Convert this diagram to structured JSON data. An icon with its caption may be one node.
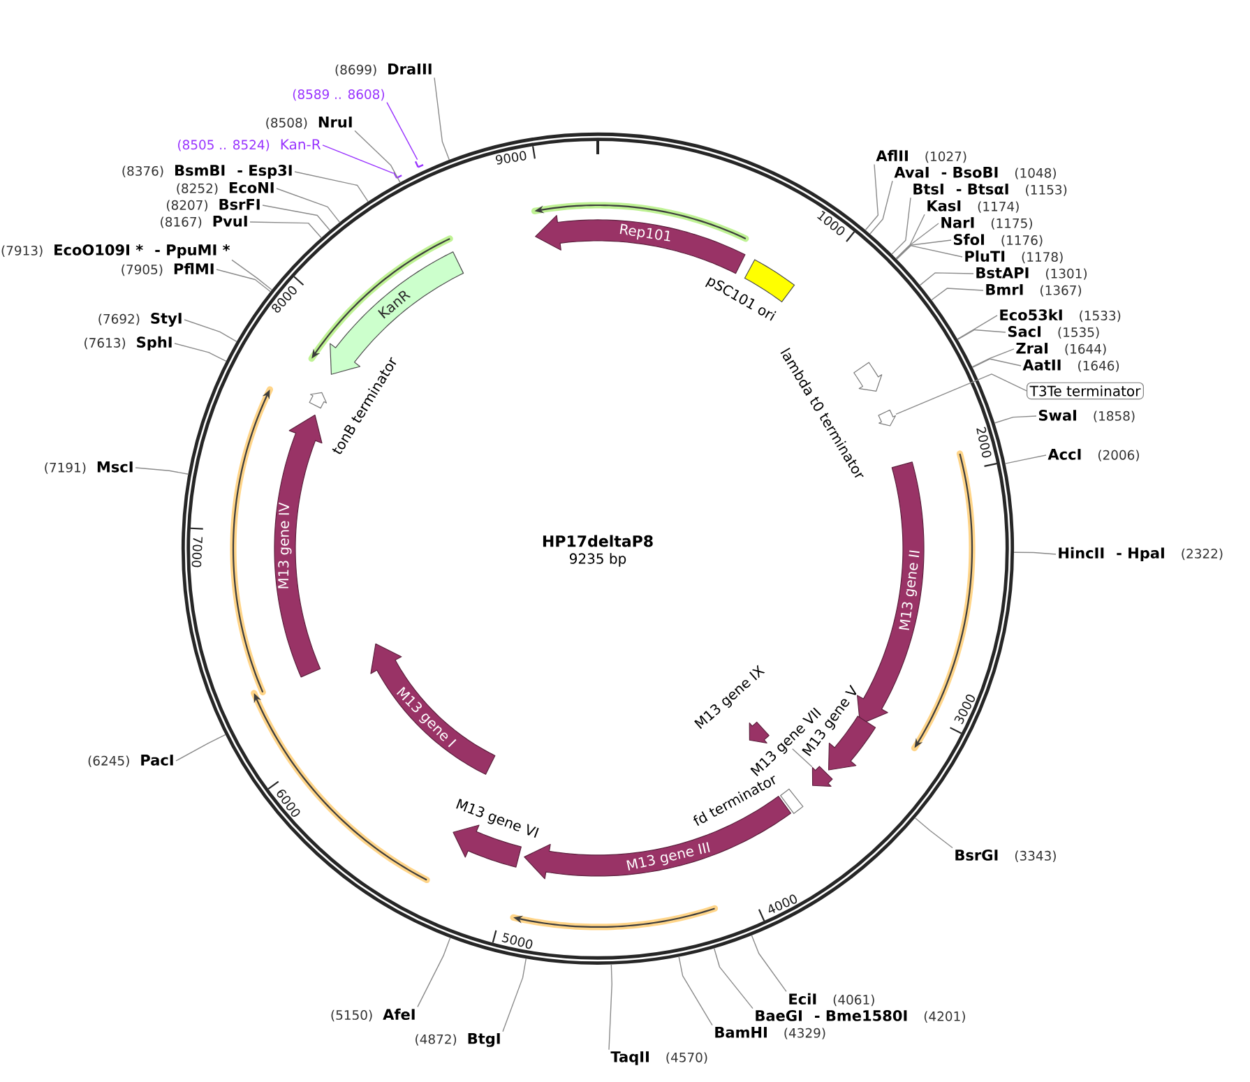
{
  "diagram": {
    "nodes": [
      {
        "text": [
          "HP17deltaP8",
          "9235 bp"
        ]
      },
      {
        "text": [
          "Rep101"
        ],
        "in": 0
      },
      {
        "text": [],
        "shape": "box",
        "beside": [
          "pSC101 ori"
        ],
        "in": 0
      },
      {
        "text": [],
        "shape": "arrow",
        "beside": [
          "lambda t0 terminator"
        ],
        "in": 0
      },
      {
        "text": [],
        "shape": "arrow",
        "in": 0
      },
      {
        "text": [
          "T3Te terminator"
        ]
      },
      {
        "text": [
          "M13 gene II"
        ],
        "in": 0
      },
      {
        "text": [],
        "shape": "arrow",
        "beside": [
          "M13 gene V"
        ],
        "in": 0
      },
      {
        "text": [],
        "shape": "arrow",
        "in": 0
      },
      {
        "text": [
          "M13 gene VII"
        ],
        "in": 0
      },
      {
        "text": [],
        "shape": "arrow",
        "beside": [
          "M13 gene IX"
        ],
        "in": 0
      },
      {
        "text": [],
        "shape": "box",
        "beside": [
          "fd terminator"
        ],
        "in": 0
      },
      {
        "text": [
          "M13 gene III"
        ],
        "in": 0
      },
      {
        "text": [],
        "shape": "arrow",
        "beside": [
          "M13 gene VI"
        ],
        "in": 0
      },
      {
        "text": [
          "M13 gene I"
        ],
        "in": 0
      },
      {
        "text": [
          "M13 gene IV"
        ],
        "in": 0
      },
      {
        "text": [],
        "shape": "arrow",
        "beside": [
          "tonB terminator"
        ],
        "in": 0
      },
      {
        "text": [
          "KanR"
        ],
        "in": 0
      },
      {
        "text": [
          "AflII",
          "(1027)"
        ]
      },
      {
        "text": [
          "AvaI",
          "- BsoBI",
          "(1048)"
        ]
      },
      {
        "text": [
          "BtsI",
          "- BtsαI",
          "(1153)"
        ]
      },
      {
        "text": [
          "KasI",
          "(1174)"
        ]
      },
      {
        "text": [
          "NarI",
          "(1175)"
        ]
      },
      {
        "text": [
          "SfoI",
          "(1176)"
        ]
      },
      {
        "text": [
          "PluTI",
          "(1178)"
        ]
      },
      {
        "text": [
          "BstAPI",
          "(1301)"
        ]
      },
      {
        "text": [
          "BmrI",
          "(1367)"
        ]
      },
      {
        "text": [
          "Eco53kI",
          "(1533)"
        ]
      },
      {
        "text": [
          "SacI",
          "(1535)"
        ]
      },
      {
        "text": [
          "ZraI",
          "(1644)"
        ]
      },
      {
        "text": [
          "AatII",
          "(1646)"
        ]
      },
      {
        "text": [
          "SwaI",
          "(1858)"
        ]
      },
      {
        "text": [
          "AccI",
          "(2006)"
        ]
      },
      {
        "text": [
          "HincII",
          "- HpaI",
          "(2322)"
        ]
      },
      {
        "text": [
          "BsrGI",
          "(3343)"
        ]
      },
      {
        "text": [
          "EciI",
          "(4061)"
        ]
      },
      {
        "text": [
          "BaeGI",
          "- Bme1580I",
          "(4201)"
        ]
      },
      {
        "text": [
          "BamHI",
          "(4329)"
        ]
      },
      {
        "text": [
          "TaqII",
          "(4570)"
        ]
      },
      {
        "text": [
          "(4872)",
          "BtgI"
        ]
      },
      {
        "text": [
          "(5150)",
          "AfeI"
        ]
      },
      {
        "text": [
          "(6245)",
          "PacI"
        ]
      },
      {
        "text": [
          "(7191)",
          "MscI"
        ]
      },
      {
        "text": [
          "(7613)",
          "SphI"
        ]
      },
      {
        "text": [
          "(7692)",
          "StyI"
        ]
      },
      {
        "text": [
          "(7905)",
          "PflMI"
        ]
      },
      {
        "text": [
          "(7913)",
          "EcoO109I *",
          "- PpuMI *"
        ]
      },
      {
        "text": [
          "(8167)",
          "PvuI"
        ]
      },
      {
        "text": [
          "(8207)",
          "BsrFI"
        ]
      },
      {
        "text": [
          "(8252)",
          "EcoNI"
        ]
      },
      {
        "text": [
          "(8376)",
          "BsmBI",
          "- Esp3I"
        ]
      },
      {
        "text": [],
        "shape": "bar"
      },
      {
        "text": [
          "(8505 .. 8524)",
          "Kan-R"
        ]
      },
      {
        "text": [
          "(8508)",
          "NruI"
        ]
      },
      {
        "text": [],
        "shape": "bar"
      },
      {
        "text": [
          "(8589 .. 8608)"
        ]
      },
      {
        "text": [
          "(8699)",
          "DraIII"
        ]
      }
    ],
    "edges": [
      {
        "from": 5,
        "to": 4,
        "arrow": "none"
      },
      {
        "from": 9,
        "to": 8,
        "arrow": "none"
      },
      {
        "from": 18,
        "to": 0,
        "arrow": "none"
      },
      {
        "from": 19,
        "to": 0,
        "arrow": "none"
      },
      {
        "from": 20,
        "to": 0,
        "arrow": "none"
      },
      {
        "from": 21,
        "to": 0,
        "arrow": "none"
      },
      {
        "from": 22,
        "to": 0,
        "arrow": "none"
      },
      {
        "from": 23,
        "to": 0,
        "arrow": "none"
      },
      {
        "from": 24,
        "to": 0,
        "arrow": "none"
      },
      {
        "from": 25,
        "to": 0,
        "arrow": "none"
      },
      {
        "from": 26,
        "to": 0,
        "arrow": "none"
      },
      {
        "from": 27,
        "to": 0,
        "arrow": "none"
      },
      {
        "from": 28,
        "to": 0,
        "arrow": "none"
      },
      {
        "from": 29,
        "to": 0,
        "arrow": "none"
      },
      {
        "from": 30,
        "to": 0,
        "arrow": "none"
      },
      {
        "from": 31,
        "to": 0,
        "arrow": "none"
      },
      {
        "from": 32,
        "to": 0,
        "arrow": "none"
      },
      {
        "from": 33,
        "to": 0,
        "arrow": "none"
      },
      {
        "from": 34,
        "to": 0,
        "arrow": "none"
      },
      {
        "from": 35,
        "to": 0,
        "arrow": "none"
      },
      {
        "from": 36,
        "to": 0,
        "arrow": "none"
      },
      {
        "from": 37,
        "to": 0,
        "arrow": "none"
      },
      {
        "from": 38,
        "to": 0,
        "arrow": "none"
      },
      {
        "from": 39,
        "to": 0,
        "arrow": "none"
      },
      {
        "from": 40,
        "to": 0,
        "arrow": "none"
      },
      {
        "from": 41,
        "to": 0,
        "arrow": "none"
      },
      {
        "from": 42,
        "to": 0,
        "arrow": "none"
      },
      {
        "from": 43,
        "to": 0,
        "arrow": "none"
      },
      {
        "from": 44,
        "to": 0,
        "arrow": "none"
      },
      {
        "from": 45,
        "to": 0,
        "arrow": "none"
      },
      {
        "from": 46,
        "to": 0,
        "arrow": "none"
      },
      {
        "from": 47,
        "to": 0,
        "arrow": "none"
      },
      {
        "from": 48,
        "to": 0,
        "arrow": "none"
      },
      {
        "from": 49,
        "to": 0,
        "arrow": "none"
      },
      {
        "from": 50,
        "to": 0,
        "arrow": "none"
      },
      {
        "from": 52,
        "to": 51,
        "arrow": "none",
        "color": "#9933ff"
      },
      {
        "from": 53,
        "to": 0,
        "arrow": "none"
      },
      {
        "from": 55,
        "to": 54,
        "arrow": "none",
        "color": "#9933ff"
      },
      {
        "from": 56,
        "to": 0,
        "arrow": "none"
      }
    ],
    "labels": [
      "1000",
      "2000",
      "3000",
      "4000",
      "5000",
      "6000",
      "7000",
      "8000",
      "9000"
    ]
  }
}
